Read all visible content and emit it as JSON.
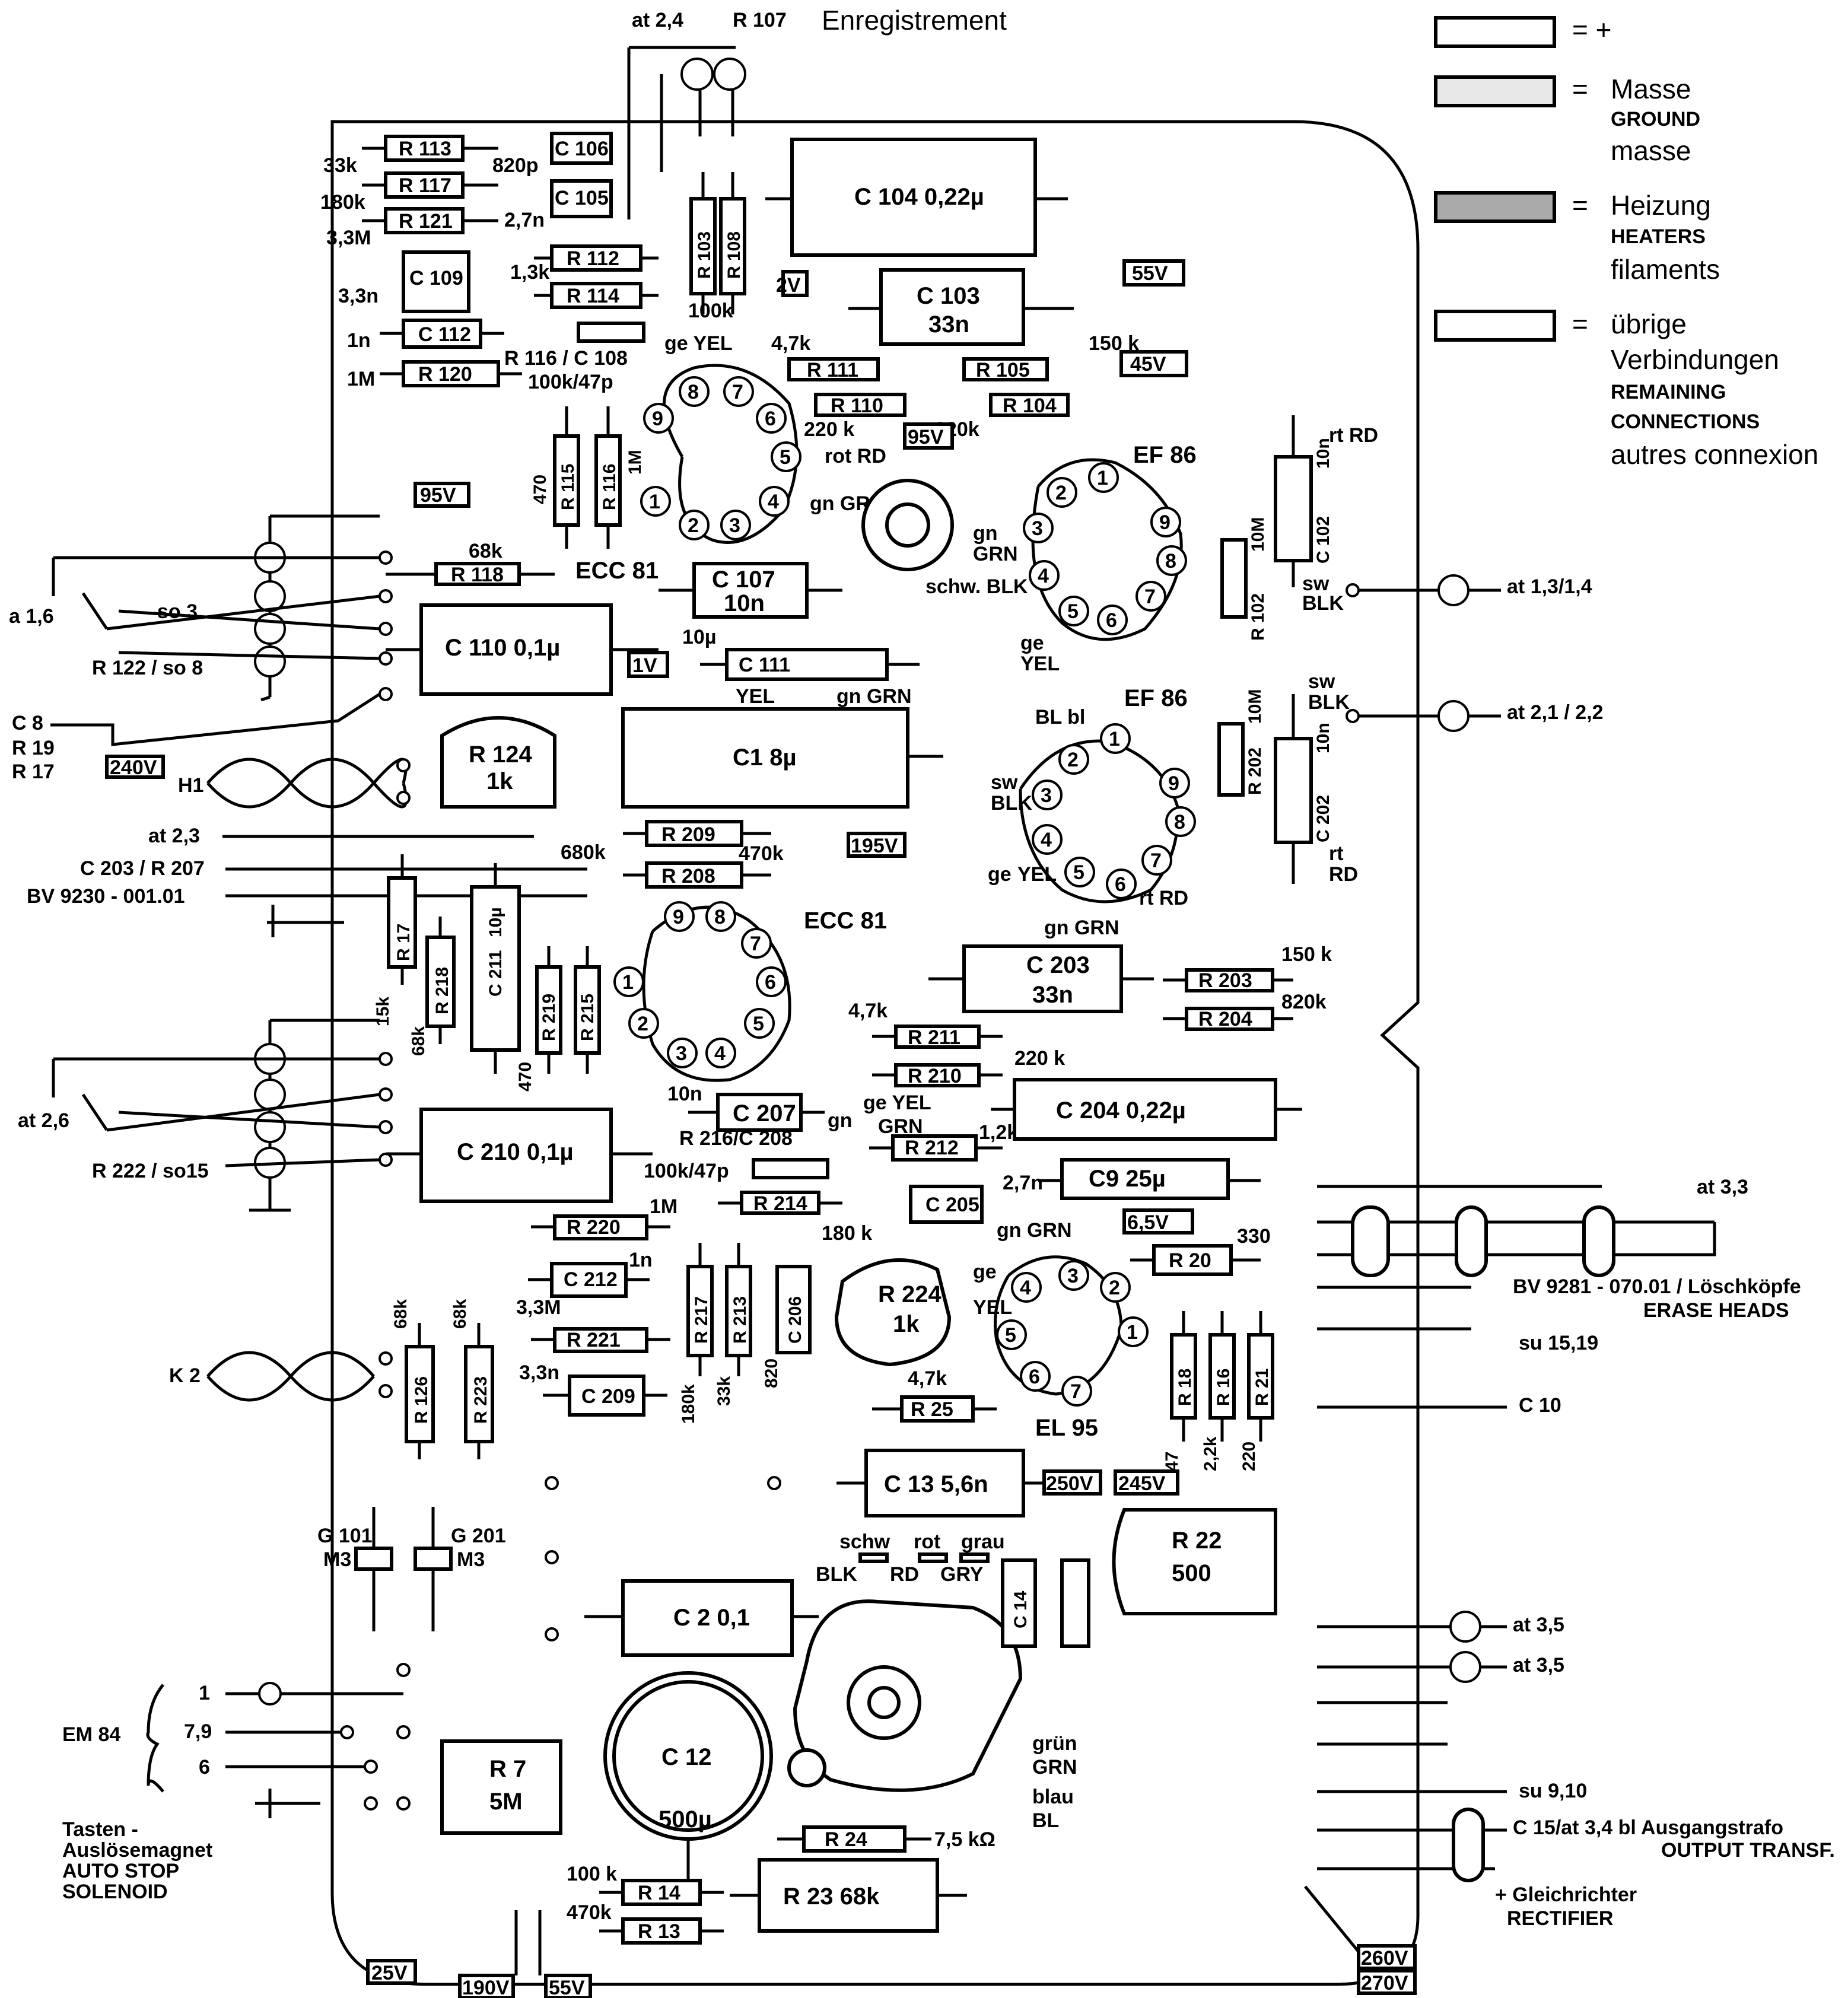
{
  "title": "Enregistrement",
  "legend": [
    {
      "symbol": "plus-box",
      "text": "= +"
    },
    {
      "symbol": "ground-box",
      "text": "Masse",
      "sub1": "GROUND",
      "sub2": "masse"
    },
    {
      "symbol": "heater-box",
      "text": "Heizung",
      "sub1": "HEATERS",
      "sub2": "filaments"
    },
    {
      "symbol": "other-box",
      "text": "übrige",
      "sub0": "Verbindungen",
      "sub1": "REMAINING",
      "sub2": "CONNECTIONS",
      "sub3": "autres connexion"
    }
  ],
  "top_labels": {
    "at24": "at 2,4",
    "r107": "R 107"
  },
  "resistors": {
    "r113": "R 113",
    "r117": "R 117",
    "r121": "R 121",
    "r112": "R 112",
    "r114": "R 114",
    "r120": "R 120",
    "r111": "R 111",
    "r110": "R 110",
    "r104": "R 104",
    "r105": "R 105",
    "r115": "R 115",
    "r116": "R 116",
    "r118": "R 118",
    "r102": "R 102",
    "r124": "R 124",
    "r209": "R 209",
    "r208": "R 208",
    "r17": "R 17",
    "r218": "R 218",
    "r219": "R 219",
    "r215": "R 215",
    "r211": "R 211",
    "r210": "R 210",
    "r212": "R 212",
    "r214": "R 214",
    "r220": "R 220",
    "r221": "R 221",
    "r217": "R 217",
    "r213": "R 213",
    "r203": "R 203",
    "r204": "R 204",
    "r202": "R 202",
    "r224": "R 224",
    "r20": "R 20",
    "r25": "R 25",
    "r18": "R 18",
    "r16": "R 16",
    "r21": "R 21",
    "r22": "R 22",
    "r24": "R 24",
    "r23": "R 23 68k",
    "r14": "R 14",
    "r13": "R 13",
    "r7": "R 7",
    "r126": "R 126",
    "r223": "R 223",
    "r108": "R 108",
    "r103": "R 103"
  },
  "capacitors": {
    "c104": "C 104 0,22µ",
    "c103": "C 103",
    "c103v": "33n",
    "c106": "C 106",
    "c105": "C 105",
    "c109": "C 109",
    "c112": "C 112",
    "c107": "C 107",
    "c107v": "10n",
    "c110": "C 110  0,1µ",
    "c111": "C 111",
    "c1": "C1  8µ",
    "c211": "C 211",
    "c211v": "10µ",
    "c203": "C 203",
    "c203v": "33n",
    "c207": "C 207",
    "c210": "C 210  0,1µ",
    "c204": "C 204  0,22µ",
    "c9": "C9  25µ",
    "c205": "C 205",
    "c212": "C 212",
    "c209": "C 209",
    "c206": "C 206",
    "c13": "C 13  5,6n",
    "c2": "C 2   0,1",
    "c12": "C 12",
    "c12v": "500µ",
    "c14": "C 14",
    "c102": "C 102",
    "c202": "C 202"
  },
  "values": {
    "v33k": "33k",
    "v180k": "180k",
    "v33m": "3,3M",
    "v33n": "3,3n",
    "v1n": "1n",
    "v1m": "1M",
    "v820p": "820p",
    "v27n": "2,7n",
    "v13k": "1,3k",
    "v100k47p": "100k/47p",
    "r116c108": "R 116 / C 108",
    "v47k": "4,7k",
    "v220k": "220 k",
    "v820k": "820k",
    "v150k": "150 k",
    "v470": "470",
    "v68k": "68k",
    "v10u": "10µ",
    "v680k": "680k",
    "v470k": "470k",
    "v15k": "15k",
    "v10n": "10n",
    "v12k": "1,2k",
    "v27n2": "2,7n",
    "v330": "330",
    "v5m": "5M",
    "v500": "500",
    "v75k": "7,5 kΩ",
    "v100k": "100 k",
    "v470k2": "470k",
    "v1k": "1k",
    "v180kb": "180 k",
    "v10m": "10M",
    "v47": "47",
    "v22k": "2,2k",
    "v220": "220"
  },
  "tubes": {
    "ecc81a": "ECC 81",
    "ef86a": "EF 86",
    "ef86b": "EF 86",
    "ecc81b": "ECC 81",
    "el95": "EL 95",
    "em84": "EM 84"
  },
  "voltages": {
    "v2": "2V",
    "v55": "55V",
    "v45": "45V",
    "v95a": "95V",
    "v95b": "95V",
    "v1": "1V",
    "v240": "240V",
    "v195": "195V",
    "v65": "6,5V",
    "v250": "250V",
    "v245": "245V",
    "v25": "25V",
    "v190": "190V",
    "v55b": "55V",
    "v260": "260V",
    "v270": "270V"
  },
  "wires": {
    "geyel": "ge YEL",
    "rotrd": "rot RD",
    "gngrn": "gn GRN",
    "schwblk": "schw. BLK",
    "rtrd": "rt RD",
    "swblk": "sw BLK",
    "blbl": "BL  bl",
    "swblk2": "sw BLK",
    "yel": "YEL",
    "schw": "schw",
    "rot": "rot",
    "grau": "grau",
    "blk": "BLK",
    "rd": "RD",
    "gry": "GRY",
    "grun": "grün",
    "grn": "GRN",
    "blau": "blau",
    "bl": "BL"
  },
  "connections": {
    "a16": "a 1,6",
    "so3": "so 3",
    "r122so8": "R 122 / so 8",
    "c8": "C 8",
    "r19": "R 19",
    "r17": "R 17",
    "h1": "H1",
    "at23": "at 2,3",
    "c203r207": "C 203 / R 207",
    "bv9230": "BV 9230 - 001.01",
    "at26": "at 2,6",
    "r222so15": "R 222 / so15",
    "k2": "K 2",
    "g101": "G 101",
    "m3a": "M3",
    "g201": "G 201",
    "m3b": "M3",
    "em84pin1": "1",
    "em84pin79": "7,9",
    "em84pin6": "6",
    "tasten": "Tasten -",
    "ausl": "Auslösemagnet",
    "autostop": "AUTO STOP",
    "solenoid": "SOLENOID",
    "at1314": "at 1,3/1,4",
    "at2122": "at 2,1 / 2,2",
    "at33": "at 3,3",
    "bv9281": "BV 9281 - 070.01 / Löschköpfe",
    "erase": "ERASE HEADS",
    "su1519": "su 15,19",
    "c10": "C 10",
    "at35a": "at 3,5",
    "at35b": "at 3,5",
    "su910": "su 9,10",
    "c15": "C 15/at 3,4 bl  Ausgangstrafo",
    "output": "OUTPUT TRANSF.",
    "gleich": "+ Gleichrichter",
    "rect": "RECTIFIER"
  },
  "tube_pins": [
    "1",
    "2",
    "3",
    "4",
    "5",
    "6",
    "7",
    "8",
    "9"
  ]
}
